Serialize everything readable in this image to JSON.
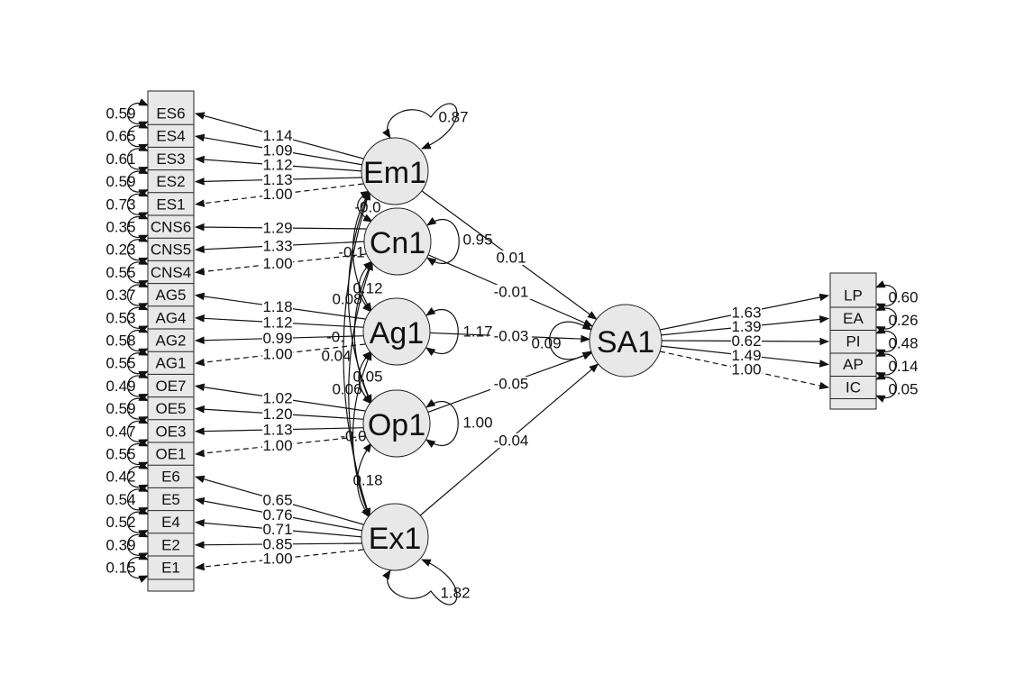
{
  "diagram": {
    "type": "structural-equation-model",
    "left_indicators": [
      {
        "name": "ES6",
        "residual": "0.59",
        "factor": "Em1",
        "loading": "1.14",
        "fixed": false
      },
      {
        "name": "ES4",
        "residual": "0.65",
        "factor": "Em1",
        "loading": "1.09",
        "fixed": false
      },
      {
        "name": "ES3",
        "residual": "0.61",
        "factor": "Em1",
        "loading": "1.12",
        "fixed": false
      },
      {
        "name": "ES2",
        "residual": "0.59",
        "factor": "Em1",
        "loading": "1.13",
        "fixed": false
      },
      {
        "name": "ES1",
        "residual": "0.73",
        "factor": "Em1",
        "loading": "1.00",
        "fixed": true
      },
      {
        "name": "CNS6",
        "residual": "0.35",
        "factor": "Cn1",
        "loading": "1.29",
        "fixed": false
      },
      {
        "name": "CNS5",
        "residual": "0.23",
        "factor": "Cn1",
        "loading": "1.33",
        "fixed": false
      },
      {
        "name": "CNS4",
        "residual": "0.55",
        "factor": "Cn1",
        "loading": "1.00",
        "fixed": true
      },
      {
        "name": "AG5",
        "residual": "0.37",
        "factor": "Ag1",
        "loading": "1.18",
        "fixed": false
      },
      {
        "name": "AG4",
        "residual": "0.53",
        "factor": "Ag1",
        "loading": "1.12",
        "fixed": false
      },
      {
        "name": "AG2",
        "residual": "0.58",
        "factor": "Ag1",
        "loading": "0.99",
        "fixed": false
      },
      {
        "name": "AG1",
        "residual": "0.55",
        "factor": "Ag1",
        "loading": "1.00",
        "fixed": true
      },
      {
        "name": "OE7",
        "residual": "0.49",
        "factor": "Op1",
        "loading": "1.02",
        "fixed": false
      },
      {
        "name": "OE5",
        "residual": "0.59",
        "factor": "Op1",
        "loading": "1.20",
        "fixed": false
      },
      {
        "name": "OE3",
        "residual": "0.47",
        "factor": "Op1",
        "loading": "1.13",
        "fixed": false
      },
      {
        "name": "OE1",
        "residual": "0.55",
        "factor": "Op1",
        "loading": "1.00",
        "fixed": true
      },
      {
        "name": "E6",
        "residual": "0.42",
        "factor": "Ex1",
        "loading": "0.65",
        "fixed": false
      },
      {
        "name": "E5",
        "residual": "0.54",
        "factor": "Ex1",
        "loading": "0.76",
        "fixed": false
      },
      {
        "name": "E4",
        "residual": "0.52",
        "factor": "Ex1",
        "loading": "0.71",
        "fixed": false
      },
      {
        "name": "E2",
        "residual": "0.39",
        "factor": "Ex1",
        "loading": "0.85",
        "fixed": false
      },
      {
        "name": "E1",
        "residual": "0.15",
        "factor": "Ex1",
        "loading": "1.00",
        "fixed": true
      }
    ],
    "latents": [
      {
        "name": "Em1",
        "variance": "0.87",
        "path_to_SA1": "0.01"
      },
      {
        "name": "Cn1",
        "variance": "0.95",
        "path_to_SA1": "-0.01"
      },
      {
        "name": "Ag1",
        "variance": "1.17",
        "path_to_SA1": "-0.03"
      },
      {
        "name": "Op1",
        "variance": "1.00",
        "path_to_SA1": "-0.05"
      },
      {
        "name": "Ex1",
        "variance": "1.82",
        "path_to_SA1": "-0.04"
      }
    ],
    "outcome": {
      "name": "SA1",
      "variance": "0.09"
    },
    "right_indicators": [
      {
        "name": "LP",
        "residual": "0.60",
        "loading": "1.63",
        "fixed": false
      },
      {
        "name": "EA",
        "residual": "0.26",
        "loading": "1.39",
        "fixed": false
      },
      {
        "name": "PI",
        "residual": "0.48",
        "loading": "0.62",
        "fixed": false
      },
      {
        "name": "AP",
        "residual": "0.14",
        "loading": "1.49",
        "fixed": false
      },
      {
        "name": "IC",
        "residual": "0.05",
        "loading": "1.00",
        "fixed": true
      }
    ],
    "covariance_labels": [
      "-0.0",
      "-0.1",
      "0.12",
      "0.08",
      "-0.",
      "0.04",
      "0.05",
      "0.06",
      "-0.0",
      "0.18"
    ]
  }
}
